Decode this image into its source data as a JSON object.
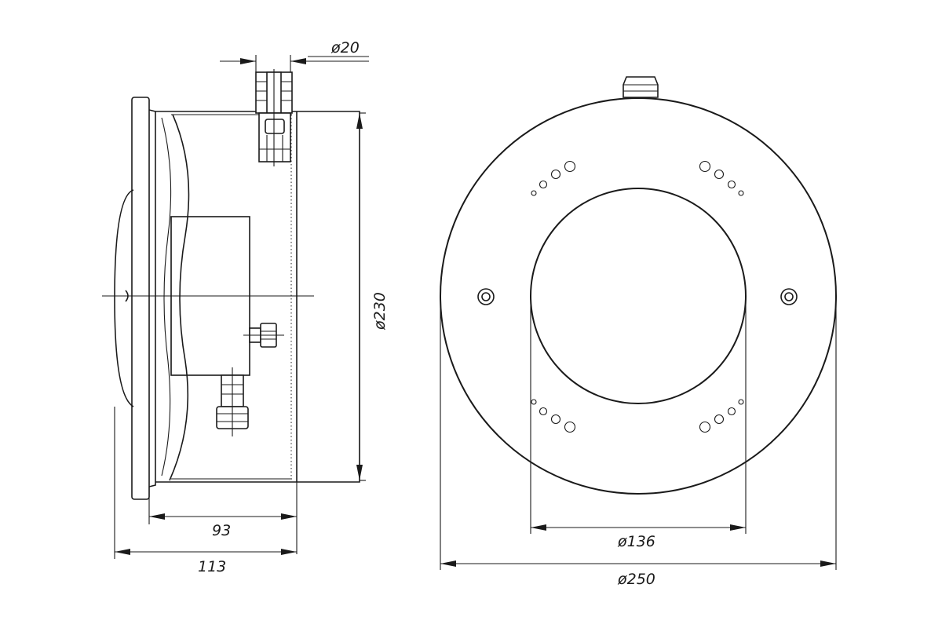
{
  "dimensions": {
    "pipe_diameter": "ø20",
    "body_diameter": "ø230",
    "body_depth": "93",
    "total_depth": "113",
    "inner_diameter": "ø136",
    "outer_diameter": "ø250"
  },
  "colors": {
    "line": "#1a1a1a",
    "background": "#ffffff"
  }
}
